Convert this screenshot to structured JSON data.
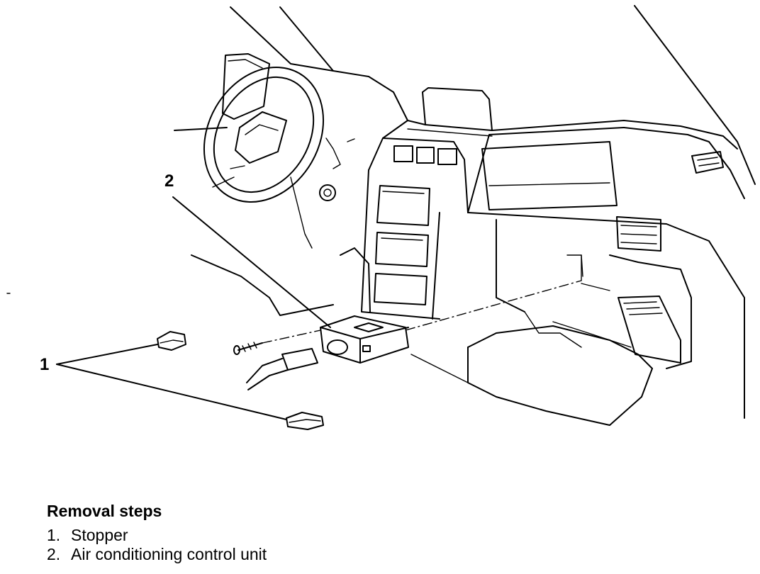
{
  "diagram": {
    "callouts": [
      {
        "id": "1",
        "label": "1"
      },
      {
        "id": "2",
        "label": "2"
      }
    ]
  },
  "removal": {
    "title": "Removal steps",
    "steps": [
      {
        "number": "1.",
        "text": "Stopper"
      },
      {
        "number": "2.",
        "text": "Air conditioning control unit"
      }
    ]
  }
}
